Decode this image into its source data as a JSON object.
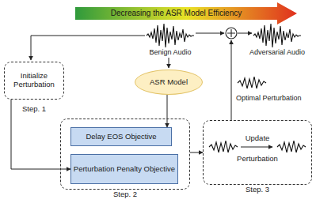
{
  "diagram": {
    "nodes": [
      {
        "text": [
          "Initialize Perturbation",
          "Step. 1"
        ]
      },
      {
        "text": [
          "ASR Model"
        ]
      },
      {
        "text": [
          "Step. 2"
        ]
      },
      {
        "text": [
          "Delay EOS Objective"
        ],
        "in": 2
      },
      {
        "text": [
          "Perturbation Penalty Objective"
        ],
        "in": 2
      },
      {
        "text": [
          "Step. 3",
          "Update",
          "Perturbation"
        ]
      }
    ],
    "edges": [
      {
        "from": 0,
        "to": 4,
        "arrow": "to"
      },
      {
        "from": 1,
        "to": 3,
        "arrow": "to"
      },
      {
        "from": 2,
        "to": 5,
        "arrow": "to"
      }
    ],
    "labels": [
      "Decreasing the ASR Model Efficiency",
      "Benign Audio",
      "Adversarial Audio",
      "Optimal Perturbation"
    ]
  }
}
